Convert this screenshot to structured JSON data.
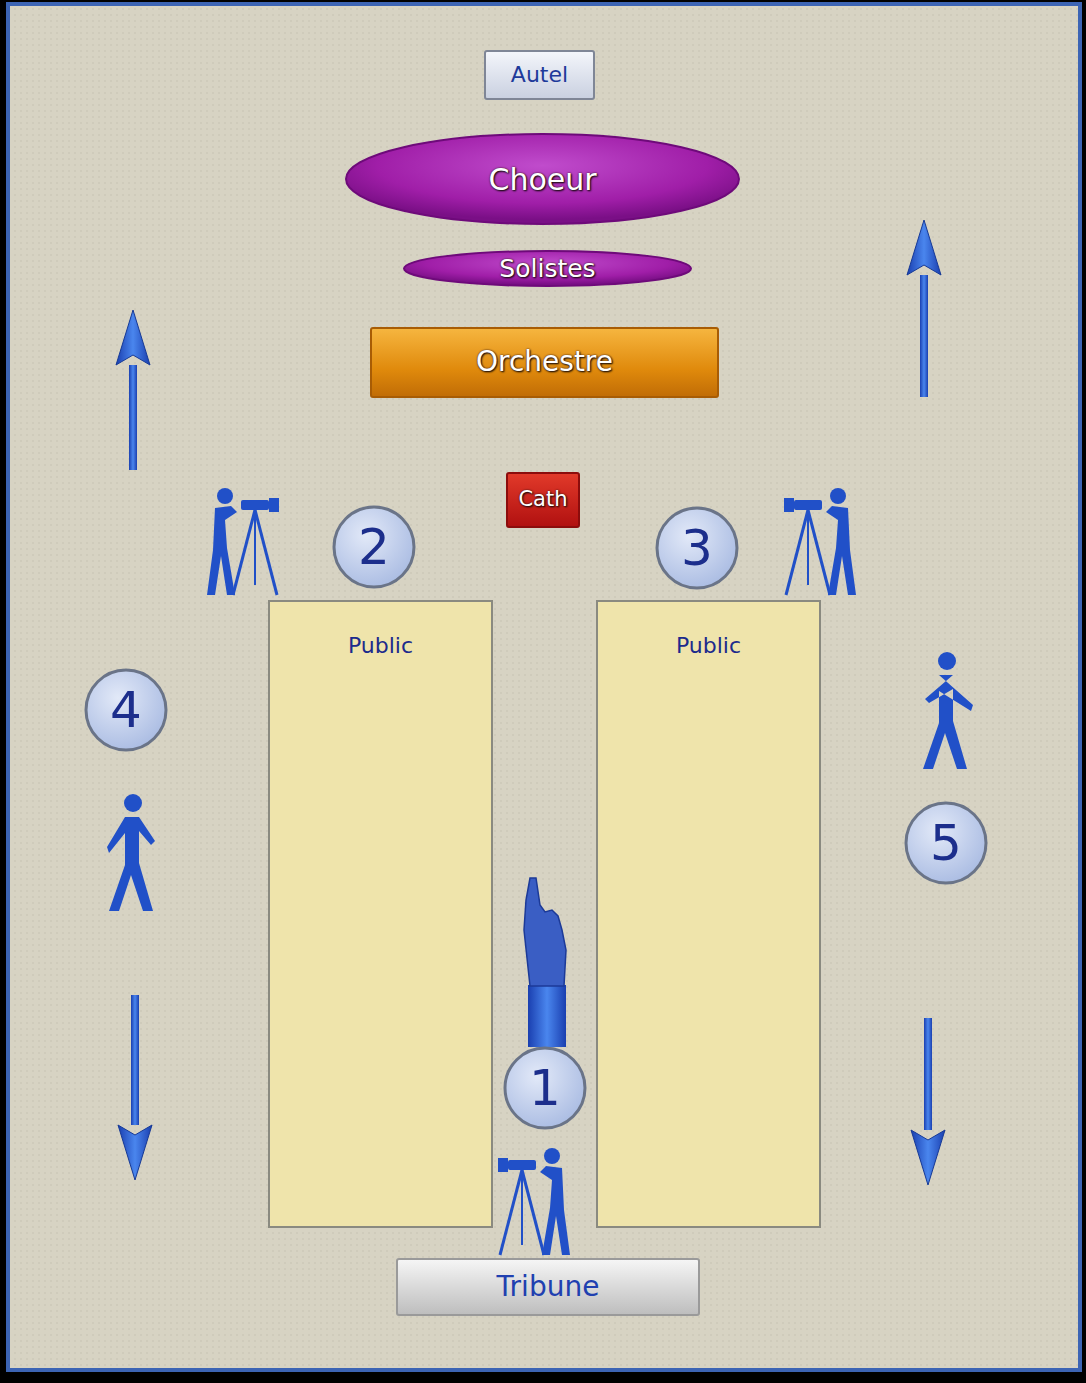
{
  "diagram": {
    "nodes": [
      {
        "text": [
          "Autel"
        ]
      },
      {
        "text": [
          "Choeur"
        ]
      },
      {
        "text": [
          "Solistes"
        ]
      },
      {
        "text": [
          "Orchestre"
        ]
      },
      {
        "text": [
          "Cath"
        ]
      },
      {
        "text": [
          "2"
        ]
      },
      {
        "text": [
          "3"
        ]
      },
      {
        "text": [
          "Public"
        ]
      },
      {
        "text": [
          "Public"
        ]
      },
      {
        "text": [
          "4"
        ]
      },
      {
        "text": [
          "5"
        ]
      },
      {
        "text": [
          "1"
        ]
      },
      {
        "text": [
          "Tribune"
        ]
      }
    ]
  }
}
